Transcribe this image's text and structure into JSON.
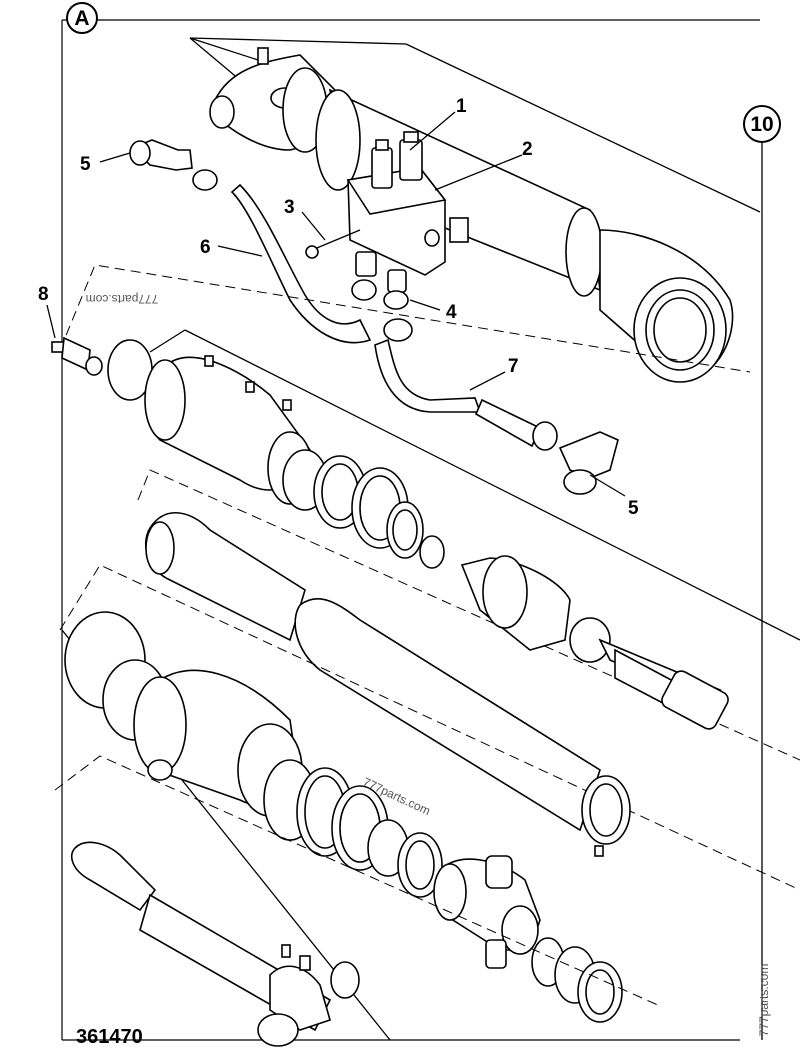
{
  "corner_marker": "A",
  "sheet_reference": "10",
  "drawing_number": "361470",
  "watermarks": [
    "777parts.com",
    "777parts.com",
    "777parts.com"
  ],
  "callouts": [
    {
      "id": "c1",
      "label": "1"
    },
    {
      "id": "c2",
      "label": "2"
    },
    {
      "id": "c3",
      "label": "3"
    },
    {
      "id": "c4",
      "label": "4"
    },
    {
      "id": "c5a",
      "label": "5"
    },
    {
      "id": "c5b",
      "label": "5"
    },
    {
      "id": "c6",
      "label": "6"
    },
    {
      "id": "c7",
      "label": "7"
    },
    {
      "id": "c8",
      "label": "8"
    }
  ]
}
